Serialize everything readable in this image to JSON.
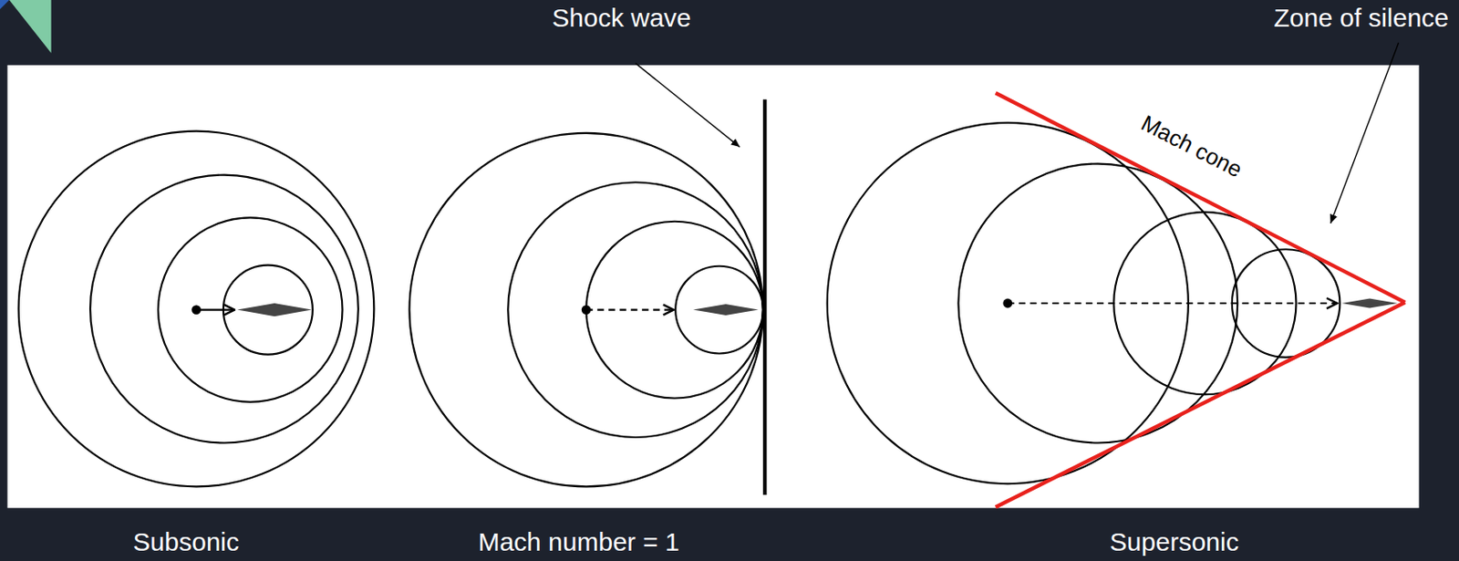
{
  "diagram": {
    "labels": [
      "Shock wave",
      "Zone of silence",
      "Mach cone",
      "Subsonic",
      "Mach number = 1",
      "Supersonic"
    ]
  }
}
